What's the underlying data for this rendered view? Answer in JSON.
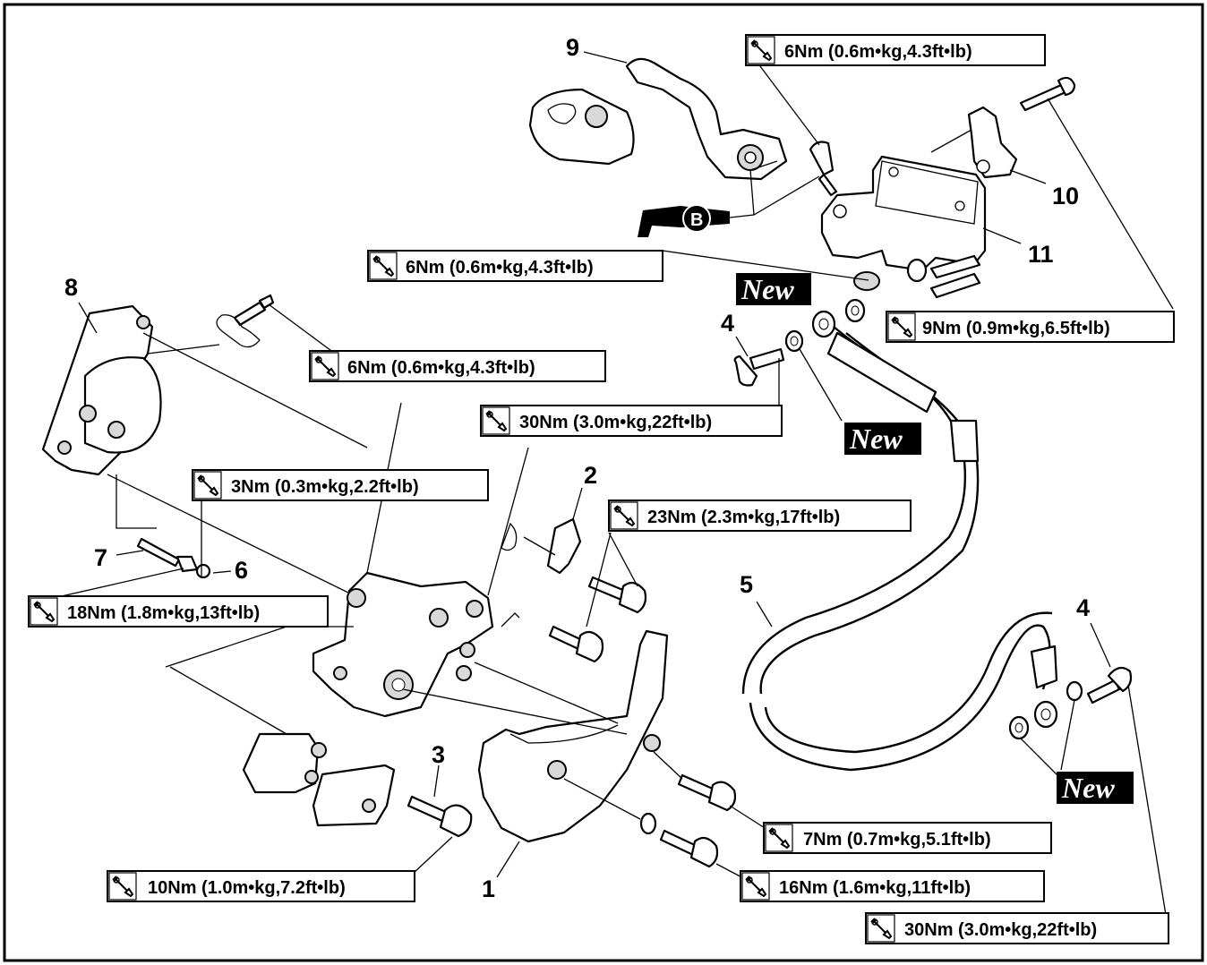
{
  "part_numbers": {
    "p1": "1",
    "p2": "2",
    "p3": "3",
    "p4a": "4",
    "p4b": "4",
    "p5": "5",
    "p6": "6",
    "p7": "7",
    "p8": "8",
    "p9": "9",
    "p10": "10",
    "p11": "11"
  },
  "torque_specs": {
    "t_lever_bolt": "6Nm (0.6m•kg,4.3ft•lb)",
    "t_master_cyl": "6Nm (0.6m•kg,4.3ft•lb)",
    "t_bleed_screw": "6Nm (0.6m•kg,4.3ft•lb)",
    "t_holder_bolt": "9Nm (0.9m•kg,6.5ft•lb)",
    "t_union_upper": "30Nm (3.0m•kg,22ft•lb)",
    "t_pad_plug": "3Nm (0.3m•kg,2.2ft•lb)",
    "t_caliper_bolt": "23Nm (2.3m•kg,17ft•lb)",
    "t_pad_pin": "18Nm (1.8m•kg,13ft•lb)",
    "t_disc_cover_small": "7Nm (0.7m•kg,5.1ft•lb)",
    "t_disc_cover": "16Nm (1.6m•kg,11ft•lb)",
    "t_pad_support": "10Nm (1.0m•kg,7.2ft•lb)",
    "t_union_lower": "30Nm (3.0m•kg,22ft•lb)"
  },
  "new_labels": {
    "new1": "New",
    "new2": "New",
    "new3": "New"
  },
  "grease_mark": "B",
  "icons": {
    "torque": "torque-wrench-icon",
    "grease": "grease-gun-icon"
  },
  "colors": {
    "line": "#000000",
    "background": "#ffffff",
    "new_badge": "#000000"
  }
}
